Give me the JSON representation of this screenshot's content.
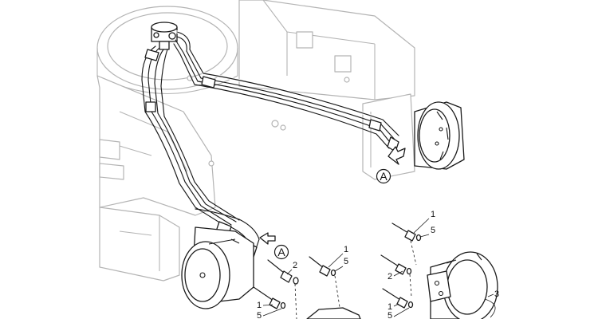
{
  "detail_view_letter": "A",
  "callouts": {
    "hose": "1",
    "elbow": "2",
    "motor": "3",
    "oring": "5"
  }
}
